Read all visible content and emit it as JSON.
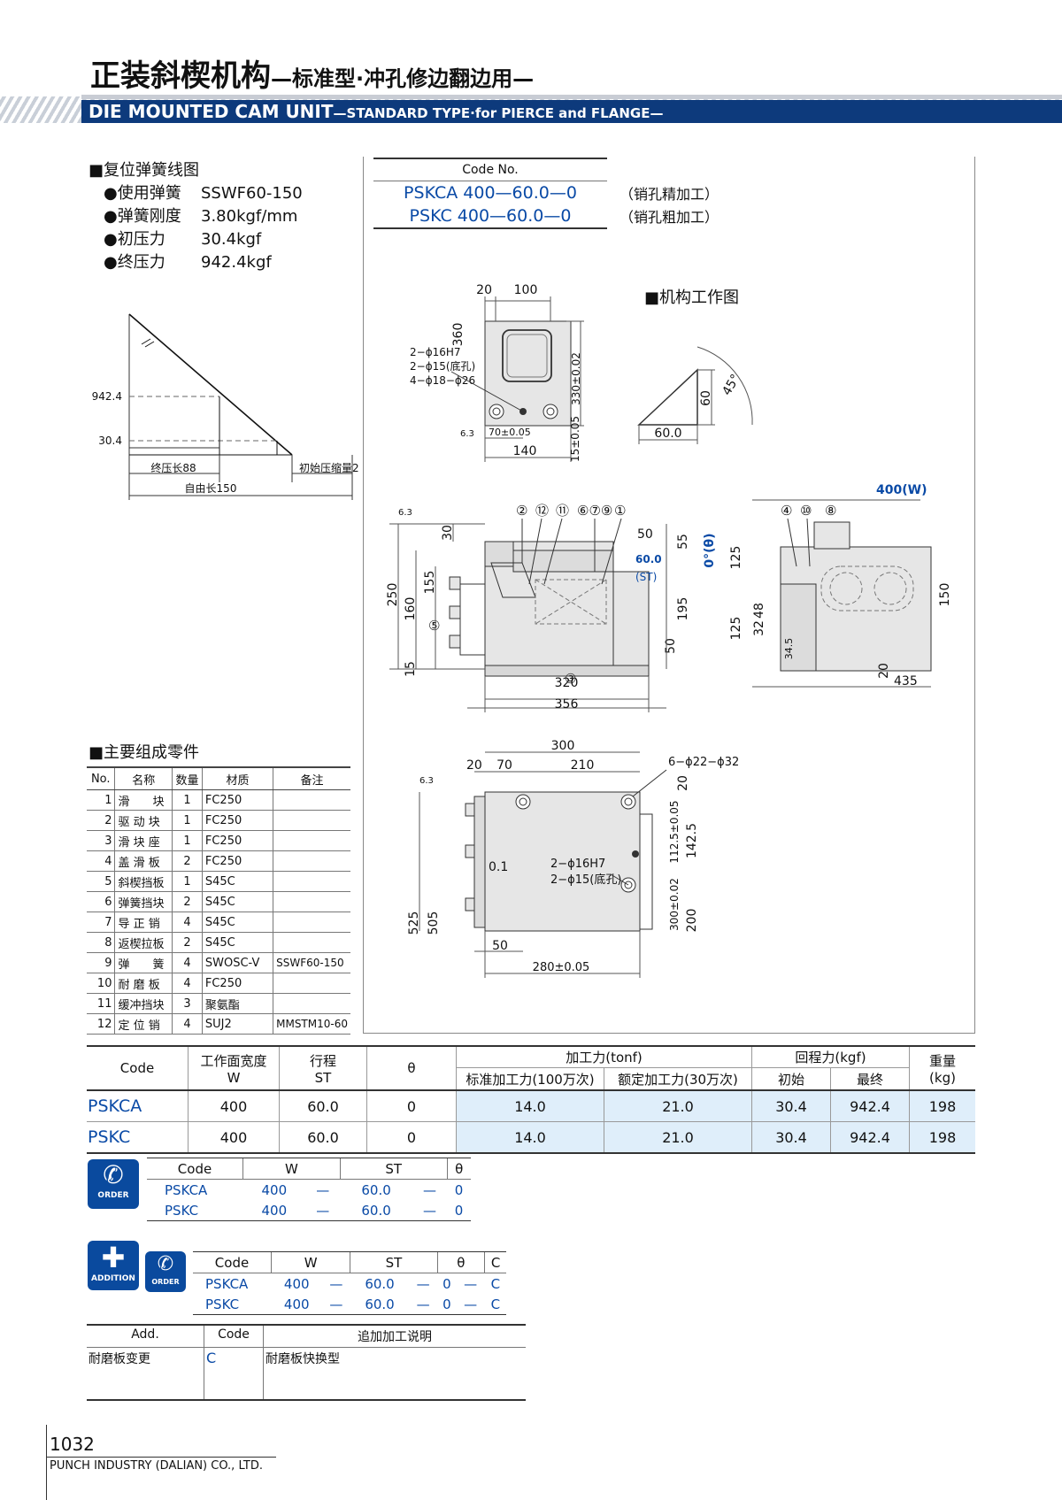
{
  "header": {
    "title_cn": "正装斜楔机构",
    "title_cn_sub": "—标准型·冲孔修边翻边用—",
    "title_en": "DIE MOUNTED CAM UNIT",
    "title_en_sub": "—STANDARD TYPE·for PIERCE and FLANGE—"
  },
  "spring": {
    "heading": "■复位弹簧线图",
    "rows": [
      {
        "label": "●使用弹簧",
        "value": "SSWF60-150"
      },
      {
        "label": "●弹簧刚度",
        "value": "3.80kgf/mm"
      },
      {
        "label": "●初压力",
        "value": "30.4kgf"
      },
      {
        "label": "●终压力",
        "value": "942.4kgf"
      }
    ],
    "graph": {
      "y_high": "942.4",
      "y_low": "30.4",
      "final_len": "终压长88",
      "init_comp": "初始压缩量2",
      "free_len": "自由长150"
    }
  },
  "code_box": {
    "header": "Code No.",
    "codes": [
      "PSKCA 400—60.0—0",
      "PSKC 400—60.0—0"
    ],
    "notes": [
      "（销孔精加工）",
      "（销孔粗加工）"
    ]
  },
  "drawings": {
    "mech_title": "■机构工作图",
    "top": {
      "d20": "20",
      "d100": "100",
      "d360": "360",
      "d330": "330±0.02",
      "h1": "2−ϕ16H7",
      "h2": "2−ϕ15(底孔)",
      "h3": "4−ϕ18−ϕ26",
      "d70": "70±0.05",
      "d140": "140",
      "d15": "15±0.05",
      "r63": "6.3"
    },
    "triangle": {
      "h": "60",
      "w": "60.0",
      "angle": "45°"
    },
    "front": {
      "nums": [
        "②",
        "⑫",
        "⑪",
        "⑥⑦⑨",
        "①"
      ],
      "n3": "③",
      "n5": "⑤",
      "d250": "250",
      "d160": "160",
      "d155": "155",
      "d30": "30",
      "d15": "15",
      "d50a": "50",
      "d55": "55",
      "d60": "60.0",
      "st": "(ST)",
      "theta": "0°(θ)",
      "d195": "195",
      "d50b": "50",
      "d320": "320",
      "d356": "356",
      "r63": "6.3"
    },
    "side": {
      "w": "400(W)",
      "nums": [
        "④",
        "⑩",
        "⑧"
      ],
      "d125a": "125",
      "d125b": "125",
      "d48": "48",
      "d32": "32",
      "d345": "34.5",
      "d150": "150",
      "d20": "20",
      "d435": "435"
    },
    "bottom": {
      "d300": "300",
      "d20": "20",
      "d70": "70",
      "d210": "210",
      "holes": "6−ϕ22−ϕ32",
      "d20b": "20",
      "d1125": "112.5±0.05",
      "d1425": "142.5",
      "h1": "2−ϕ16H7",
      "h2": "2−ϕ15(底孔)",
      "d01": "0.1",
      "d525": "525",
      "d505": "505",
      "d300b": "300±0.02",
      "d200": "200",
      "d50": "50",
      "d280": "280±0.05",
      "r63": "6.3"
    }
  },
  "parts": {
    "heading": "■主要组成零件",
    "headers": [
      "No.",
      "名称",
      "数量",
      "材质",
      "备注"
    ],
    "rows": [
      [
        "1",
        "滑　　块",
        "1",
        "FC250",
        ""
      ],
      [
        "2",
        "驱 动 块",
        "1",
        "FC250",
        ""
      ],
      [
        "3",
        "滑 块 座",
        "1",
        "FC250",
        ""
      ],
      [
        "4",
        "盖 滑 板",
        "2",
        "FC250",
        ""
      ],
      [
        "5",
        "斜楔挡板",
        "1",
        "S45C",
        ""
      ],
      [
        "6",
        "弹簧挡块",
        "2",
        "S45C",
        ""
      ],
      [
        "7",
        "导 正 销",
        "4",
        "S45C",
        ""
      ],
      [
        "8",
        "返楔拉板",
        "2",
        "S45C",
        ""
      ],
      [
        "9",
        "弹　　簧",
        "4",
        "SWOSC-V",
        "SSWF60-150"
      ],
      [
        "10",
        "耐 磨 板",
        "4",
        "FC250",
        ""
      ],
      [
        "11",
        "缓冲挡块",
        "3",
        "聚氨酯",
        ""
      ],
      [
        "12",
        "定 位 销",
        "4",
        "SUJ2",
        "MMSTM10-60"
      ]
    ]
  },
  "spec": {
    "h_code": "Code",
    "h_w": [
      "工作面宽度",
      "W"
    ],
    "h_st": [
      "行程",
      "ST"
    ],
    "h_theta": "θ",
    "h_force": "加工力(tonf)",
    "h_force_a": "标准加工力(100万次)",
    "h_force_b": "额定加工力(30万次)",
    "h_ret": "回程力(kgf)",
    "h_ret_a": "初始",
    "h_ret_b": "最终",
    "h_wt": [
      "重量",
      "(kg)"
    ],
    "rows": [
      [
        "PSKCA",
        "400",
        "60.0",
        "0",
        "14.0",
        "21.0",
        "30.4",
        "942.4",
        "198"
      ],
      [
        "PSKC",
        "400",
        "60.0",
        "0",
        "14.0",
        "21.0",
        "30.4",
        "942.4",
        "198"
      ]
    ]
  },
  "order1": {
    "badge": "ORDER",
    "headers": [
      "Code",
      "W",
      "ST",
      "θ"
    ],
    "rows": [
      [
        "PSKCA",
        "400",
        "—",
        "60.0",
        "—",
        "0"
      ],
      [
        "PSKC",
        "400",
        "—",
        "60.0",
        "—",
        "0"
      ]
    ]
  },
  "order2": {
    "badge1": "ADDITION",
    "badge2": "ORDER",
    "headers": [
      "Code",
      "W",
      "ST",
      "θ",
      "C"
    ],
    "rows": [
      [
        "PSKCA",
        "400",
        "—",
        "60.0",
        "—",
        "0",
        "—",
        "C"
      ],
      [
        "PSKC",
        "400",
        "—",
        "60.0",
        "—",
        "0",
        "—",
        "C"
      ]
    ]
  },
  "addition": {
    "headers": [
      "Add.",
      "Code",
      "追加加工说明"
    ],
    "row": [
      "耐磨板变更",
      "C",
      "耐磨板快换型"
    ]
  },
  "footer": {
    "page": "1032",
    "company": "PUNCH INDUSTRY (DALIAN) CO., LTD."
  },
  "colors": {
    "accent": "#0a4a9e",
    "table_bg": "#dfeefa"
  }
}
